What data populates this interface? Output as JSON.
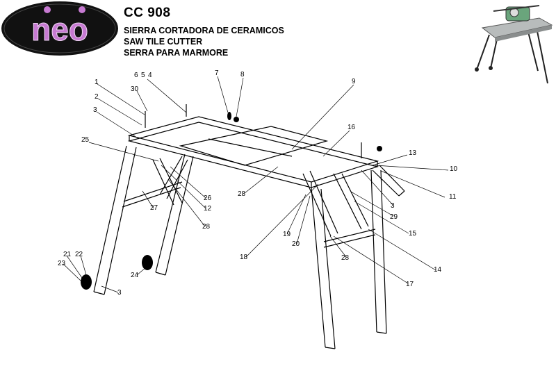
{
  "header": {
    "logo_text": "neo",
    "model": "CC 908",
    "lines": [
      "SIERRA CORTADORA DE CERAMICOS",
      "SAW TILE CUTTER",
      "SERRA PARA MARMORE"
    ]
  },
  "colors": {
    "logo_bg": "#111111",
    "logo_text": "#c77ad2",
    "line": "#000000"
  },
  "thumbnail": {
    "icon": "tile-saw-on-stand-photo"
  },
  "callouts": [
    "1",
    "2",
    "3",
    "30",
    "6",
    "5",
    "4",
    "7",
    "8",
    "9",
    "16",
    "13",
    "10",
    "11",
    "25",
    "26",
    "12",
    "27",
    "28",
    "28",
    "3",
    "29",
    "15",
    "19",
    "20",
    "18",
    "28",
    "14",
    "17",
    "21",
    "22",
    "23",
    "24",
    "3"
  ]
}
